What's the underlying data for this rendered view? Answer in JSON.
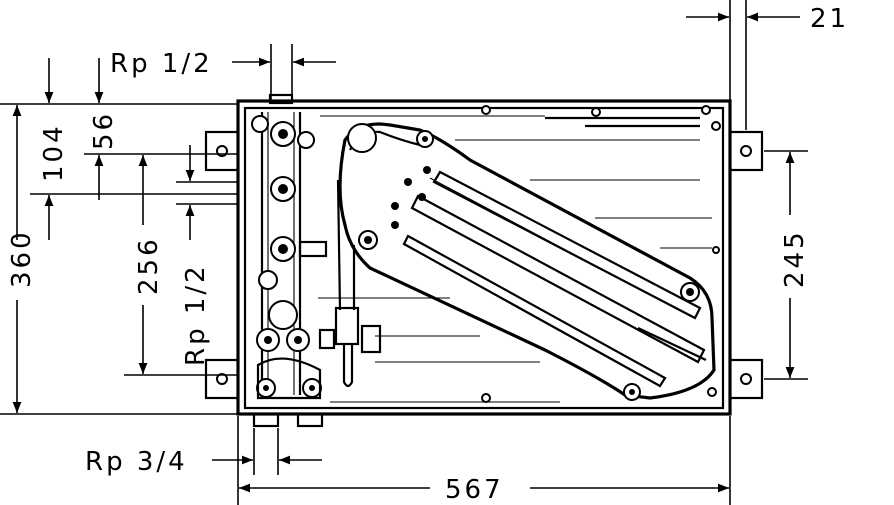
{
  "dimensions": {
    "d21": "21",
    "rp_half_top": "Rp 1/2",
    "d104": "104",
    "d56": "56",
    "d360": "360",
    "d256": "256",
    "rp_half_side": "Rp 1/2",
    "d245": "245",
    "rp_three_quarter": "Rp 3/4",
    "d567": "567"
  }
}
